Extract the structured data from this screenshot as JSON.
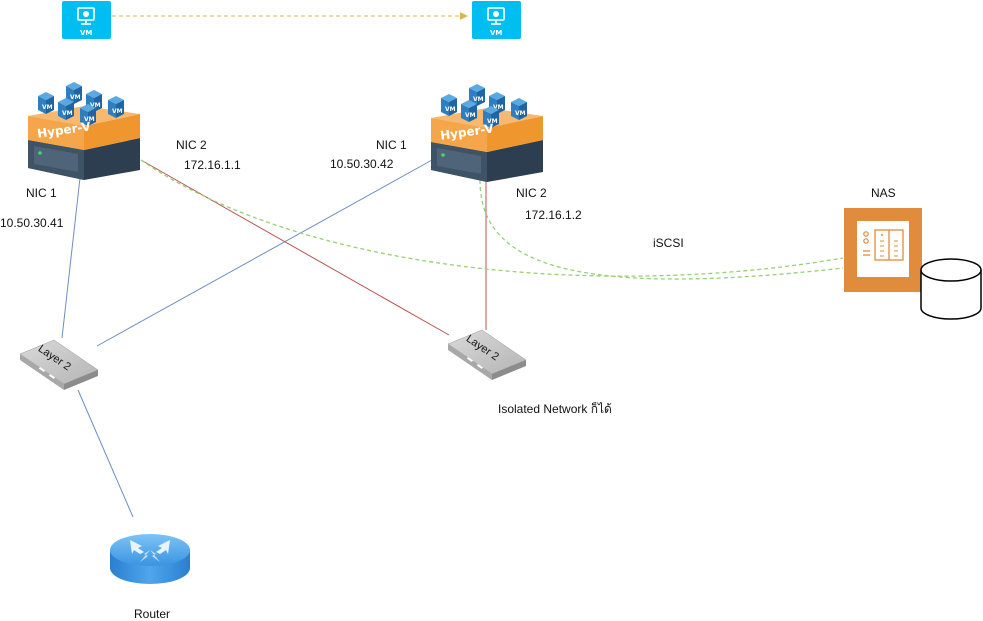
{
  "diagram": {
    "vm_icons": [
      {
        "id": "vm-source",
        "label": "VM"
      },
      {
        "id": "vm-target",
        "label": "VM"
      }
    ],
    "hosts": [
      {
        "id": "host-1",
        "platform_label": "Hyper-V",
        "vm_cube_label": "VM",
        "nic1": {
          "name": "NIC 1",
          "ip": "10.50.30.41"
        },
        "nic2": {
          "name": "NIC 2",
          "ip": "172.16.1.1"
        }
      },
      {
        "id": "host-2",
        "platform_label": "Hyper-V",
        "vm_cube_label": "VM",
        "nic1": {
          "name": "NIC 1",
          "ip": "10.50.30.42"
        },
        "nic2": {
          "name": "NIC 2",
          "ip": "172.16.1.2"
        }
      }
    ],
    "switches": [
      {
        "id": "switch-lan",
        "label": "Layer 2"
      },
      {
        "id": "switch-isolated",
        "label": "Layer 2",
        "caption": "Isolated Network ก็ได้"
      }
    ],
    "router": {
      "label": "Router"
    },
    "nas": {
      "label": "NAS"
    },
    "iscsi_label": "iSCSI",
    "colors": {
      "vm_tile": "#00bef2",
      "migration_arrow": "#d6b656",
      "hyperv_orange": "#f0962f",
      "cube_blue": "#2e86c1",
      "server_dark": "#34495e",
      "lan_link": "#6c8ebf",
      "isolated_link": "#b85450",
      "iscsi_link": "#97d077",
      "nas_orange": "#e08c3c",
      "router_blue": "#3d9be9"
    }
  }
}
